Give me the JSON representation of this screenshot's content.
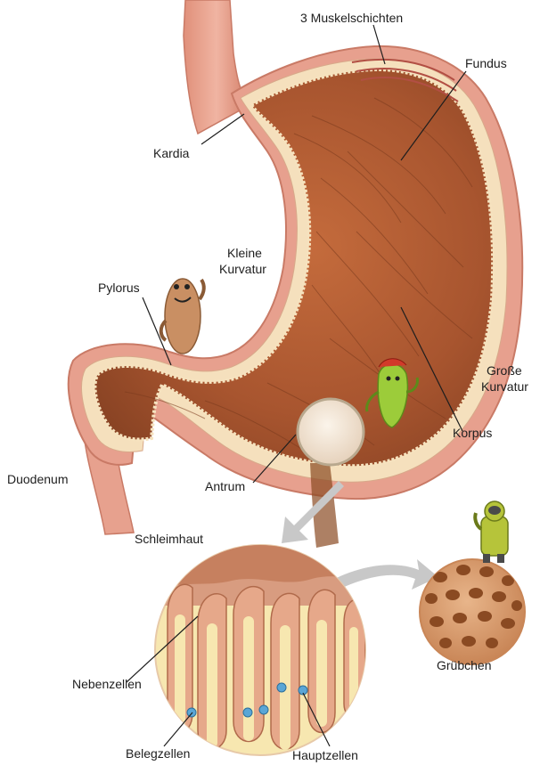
{
  "labels": {
    "muscle_layers": "3 Muskelschichten",
    "fundus": "Fundus",
    "cardia": "Kardia",
    "lesser_curvature_line1": "Kleine",
    "lesser_curvature_line2": "Kurvatur",
    "pylorus": "Pylorus",
    "greater_curvature_line1": "Große",
    "greater_curvature_line2": "Kurvatur",
    "corpus": "Korpus",
    "duodenum": "Duodenum",
    "antrum": "Antrum",
    "mucosa": "Schleimhaut",
    "pits": "Grübchen",
    "accessory_cells": "Nebenzellen",
    "parietal_cells": "Belegzellen",
    "chief_cells": "Hauptzellen"
  },
  "colors": {
    "stomach_outer": "#e8a08e",
    "stomach_wall": "#d98572",
    "stomach_inner": "#a8552f",
    "stomach_rim": "#f6e3bf",
    "mucosa_bg": "#f7e7b0",
    "pits_bg": "#d9a073",
    "pit_hole": "#8a4a22",
    "cell_blue": "#5aa6d6",
    "character_green": "#9ccc3a",
    "arrow_gray": "#c8c8c8",
    "leader_line": "#1e1e1e"
  }
}
